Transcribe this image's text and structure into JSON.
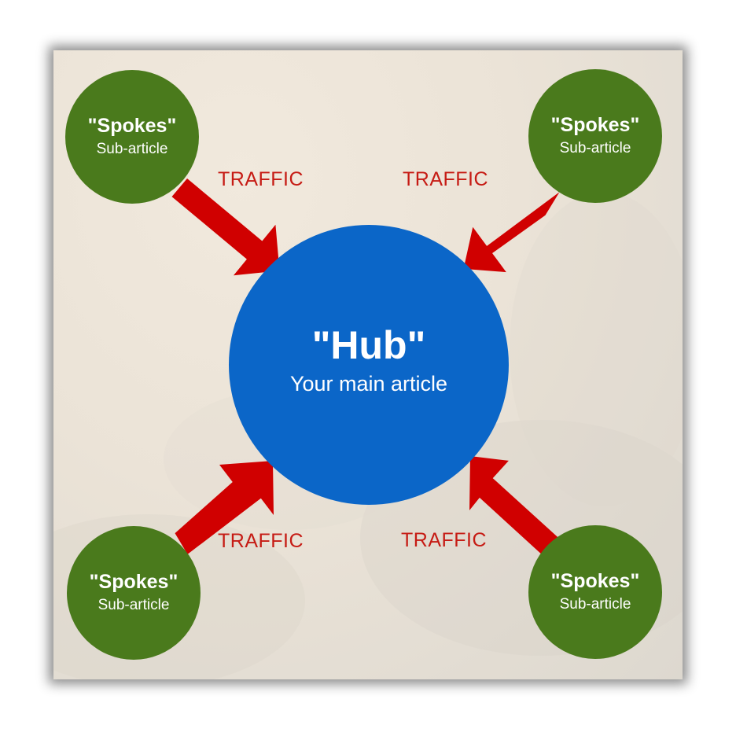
{
  "hub": {
    "title": "\"Hub\"",
    "subtitle": "Your main article"
  },
  "spokes": [
    {
      "title": "\"Spokes\"",
      "subtitle": "Sub-article"
    },
    {
      "title": "\"Spokes\"",
      "subtitle": "Sub-article"
    },
    {
      "title": "\"Spokes\"",
      "subtitle": "Sub-article"
    },
    {
      "title": "\"Spokes\"",
      "subtitle": "Sub-article"
    }
  ],
  "arrow_labels": [
    "TRAFFIC",
    "TRAFFIC",
    "TRAFFIC",
    "TRAFFIC"
  ],
  "colors": {
    "hub": "#0b66c8",
    "spoke": "#4a7a1c",
    "arrow": "#d00000",
    "label": "#c61b14",
    "background": "#ebe3d7"
  }
}
